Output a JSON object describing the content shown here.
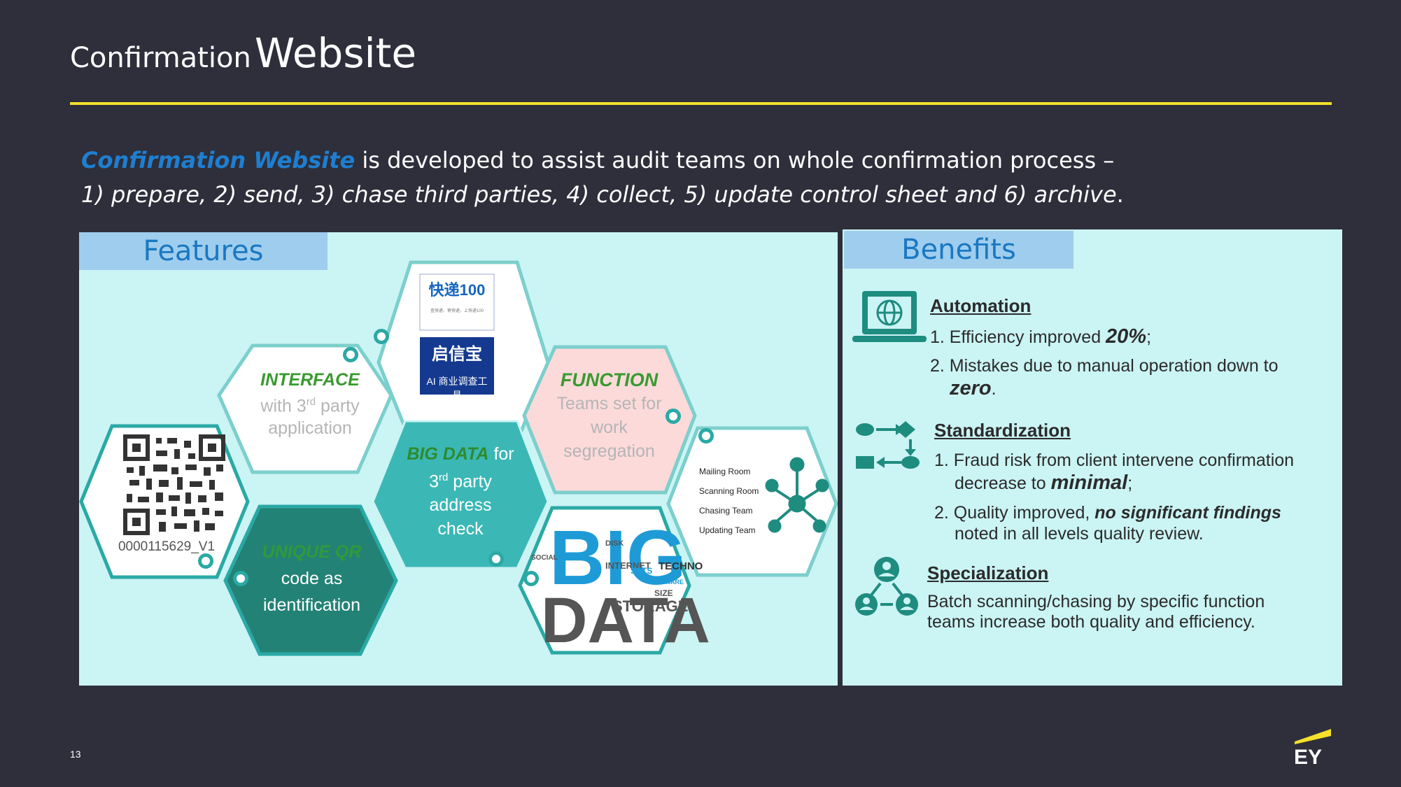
{
  "title": {
    "part1": "Confirmation",
    "part2": "Website"
  },
  "intro": {
    "highlight": "Confirmation Website",
    "line1_rest": " is developed to assist audit teams on whole confirmation process –",
    "line2_italic": "1) prepare, 2) send, 3) chase third parties, 4) collect, 5) update control sheet and 6) archive",
    "line2_end": "."
  },
  "features": {
    "heading": "Features",
    "qr": {
      "code": "0000115629_V1"
    },
    "interface": {
      "title": "INTERFACE",
      "line1": "with 3",
      "sup": "rd",
      "line1_end": " party",
      "line2": "application"
    },
    "logos": {
      "kuaidi_name": "快递100",
      "kuaidi_tag": "查快递、寄快递，上快递100",
      "qixin_name": "启信宝",
      "qixin_tag": "AI 商业调查工具"
    },
    "bigdata_check": {
      "title": "BIG DATA",
      "title_end": " for",
      "line2": "3",
      "sup": "rd",
      "line2_end": " party",
      "line3": "address",
      "line4": "check"
    },
    "function": {
      "title": "FUNCTION",
      "line1": "Teams set for",
      "line2": "work",
      "line3": "segregation"
    },
    "unique_qr": {
      "title": "UNIQUE QR",
      "line1": "code as",
      "line2": "identification"
    },
    "bigdata_cloud": {
      "big": "BIG",
      "data": "DATA",
      "words": [
        "INTERNET",
        "STORAGE",
        "TECHNO",
        "SETS",
        "SOFTWARE",
        "SIZE",
        "DISK",
        "SOCIAL"
      ]
    },
    "teams": [
      "Mailing Room",
      "Scanning Room",
      "Chasing Team",
      "Updating Team"
    ]
  },
  "benefits": {
    "heading": "Benefits",
    "automation": {
      "title": "Automation",
      "item1_pre": "1. Efficiency improved ",
      "item1_em": "20%",
      "item1_post": ";",
      "item2_pre": "2. Mistakes due to manual operation down to",
      "item2_em": "zero",
      "item2_post": "."
    },
    "standardization": {
      "title": "Standardization",
      "item1_pre": "1. Fraud risk from client intervene confirmation",
      "item1_line2": "decrease to ",
      "item1_em": "minimal",
      "item1_post": ";",
      "item2_pre": "2. Quality improved, ",
      "item2_em": "no significant findings",
      "item2_line2": "noted in all levels quality review."
    },
    "specialization": {
      "title": "Specialization",
      "line1": "Batch scanning/chasing by specific function",
      "line2": "teams increase both quality and efficiency."
    }
  },
  "footer": {
    "slide_number": "13",
    "logo": "EY"
  },
  "colors": {
    "background": "#2e2f3b",
    "accent_yellow": "#f5e02a",
    "panel": "#cbf4f4",
    "teal": "#1f8c80",
    "heading_blue": "#1a78c2"
  }
}
